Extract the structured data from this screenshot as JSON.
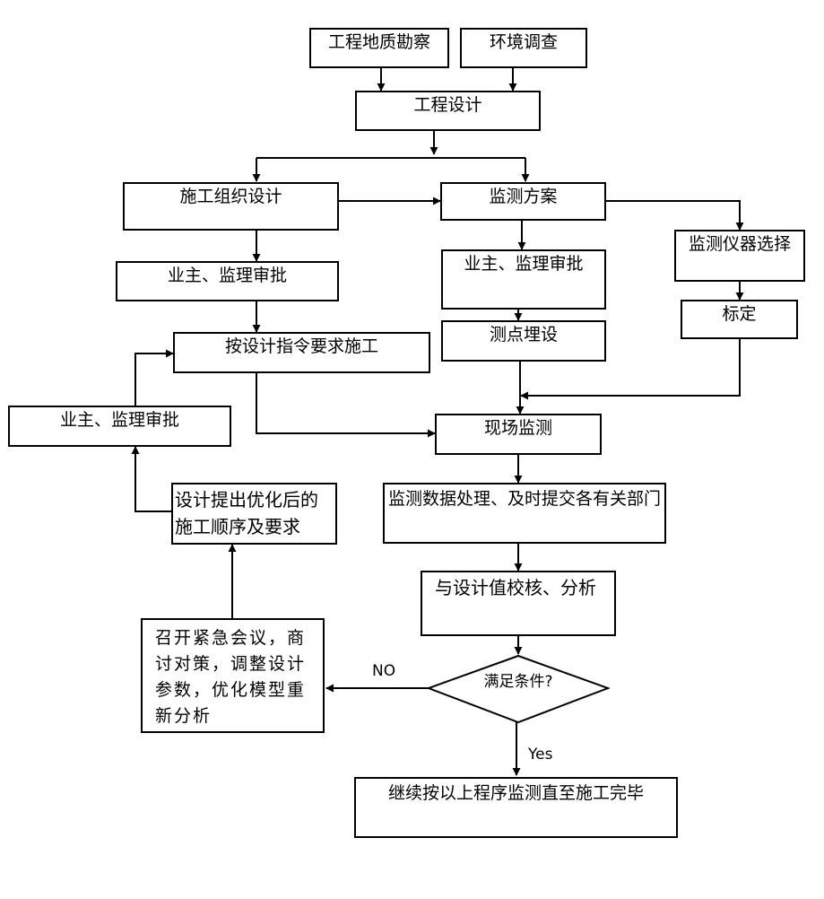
{
  "nodes": {
    "geo_survey": "工程地质勘察",
    "env_survey": "环境调查",
    "eng_design": "工程设计",
    "construction_org": "施工组织设计",
    "monitor_plan": "监测方案",
    "owner_approval_1": "业主、监理审批",
    "owner_approval_2": "业主、监理审批",
    "instrument_select": "监测仪器选择",
    "calibration": "标定",
    "build_by_design": "按设计指令要求施工",
    "point_install": "测点埋设",
    "owner_approval_3": "业主、监理审批",
    "field_monitor": "现场监测",
    "optimized_order": "设计提出优化后的施工顺序及要求",
    "data_processing": "监测数据处理、及时提交各有关部门",
    "check_design": "与设计值校核、分析",
    "emergency_meeting": "召开紧急会议，商讨对策，调整设计参数，优化模型重新分析",
    "condition": "满足条件?",
    "continue_until_done": "继续按以上程序监测直至施工完毕"
  },
  "edge_labels": {
    "no": "NO",
    "yes": "Yes"
  }
}
